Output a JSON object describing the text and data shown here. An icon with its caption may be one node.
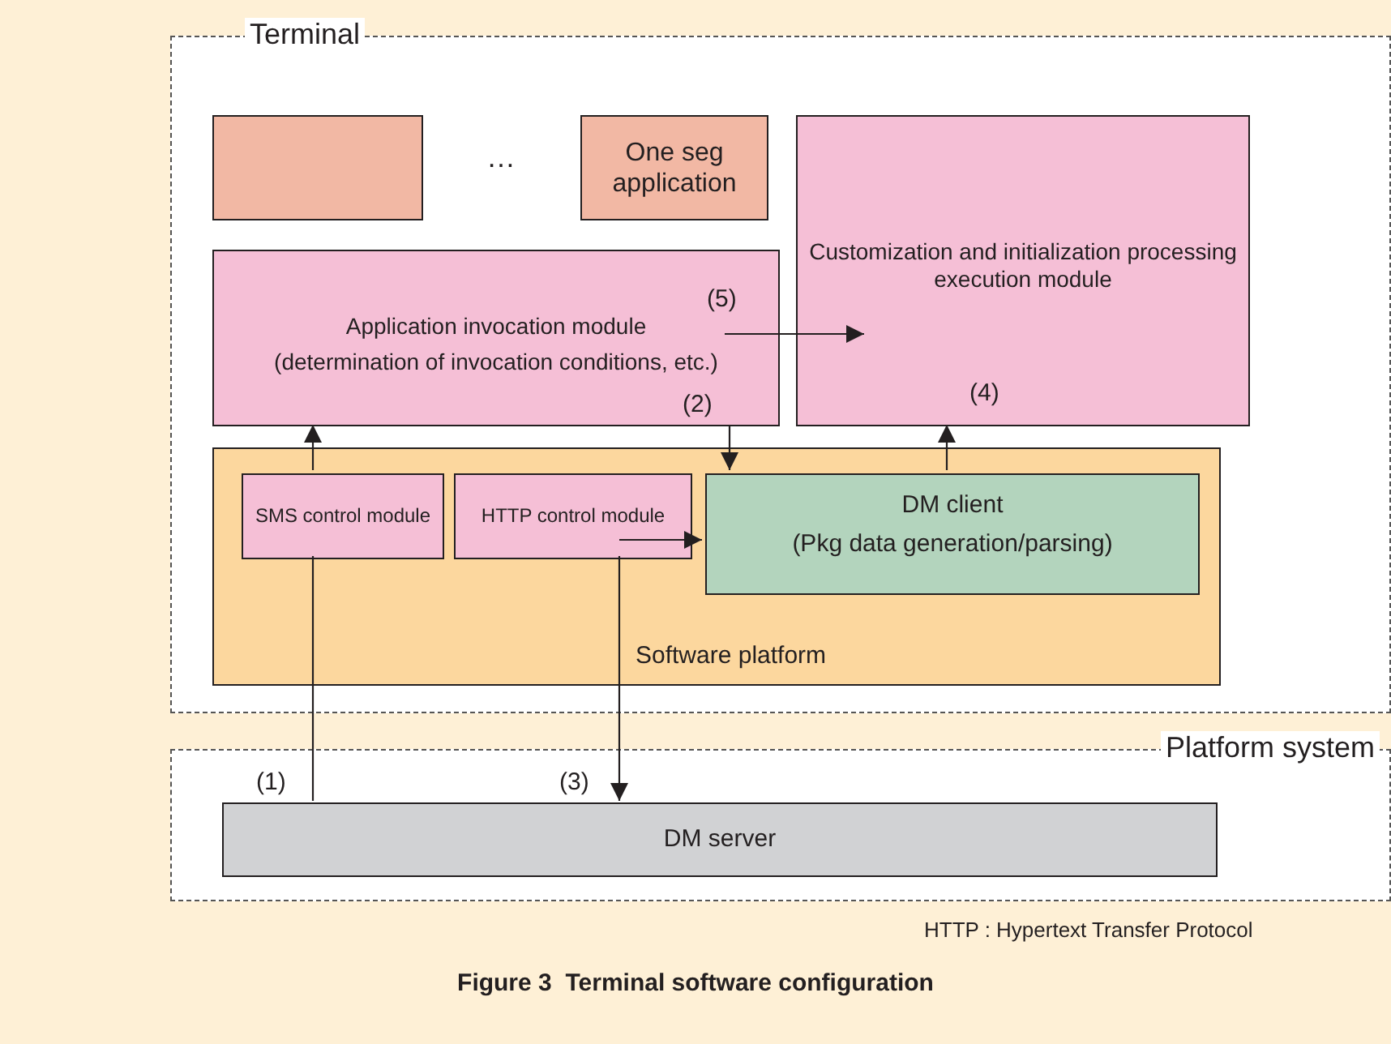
{
  "diagram": {
    "caption": "Figure 3  Terminal software configuration",
    "nodes": [
      {
        "text": [
          "Terminal"
        ]
      },
      {
        "text": [],
        "shape": "box",
        "in": 0
      },
      {
        "text": [
          "One seg application"
        ],
        "in": 0
      },
      {
        "text": [
          "Application invocation module",
          "(determination of invocation conditions, etc.)"
        ],
        "in": 0
      },
      {
        "text": [
          "Customization and initialization processing execution module"
        ],
        "in": 0
      },
      {
        "text": [
          "Software platform"
        ],
        "in": 0
      },
      {
        "text": [
          "SMS control module"
        ],
        "in": 5
      },
      {
        "text": [
          "HTTP control module"
        ],
        "in": 5
      },
      {
        "text": [
          "DM client",
          "(Pkg data generation/parsing)"
        ],
        "in": 5
      },
      {
        "text": [
          "Platform system"
        ]
      },
      {
        "text": [
          "DM server"
        ],
        "in": 9
      }
    ],
    "edges": [
      {
        "from": 10,
        "to": 6,
        "arrow": "none",
        "label": "(1)"
      },
      {
        "from": 6,
        "to": 3,
        "arrow": "to"
      },
      {
        "from": 3,
        "to": 8,
        "arrow": "to",
        "label": "(2)"
      },
      {
        "from": 7,
        "to": 8,
        "arrow": "to"
      },
      {
        "from": 7,
        "to": 10,
        "arrow": "to",
        "label": "(3)"
      },
      {
        "from": 8,
        "to": 4,
        "arrow": "to",
        "label": "(4)"
      },
      {
        "from": 3,
        "to": 4,
        "arrow": "to",
        "label": "(5)"
      }
    ],
    "labels": [
      "…",
      "HTTP : Hypertext Transfer Protocol"
    ]
  }
}
